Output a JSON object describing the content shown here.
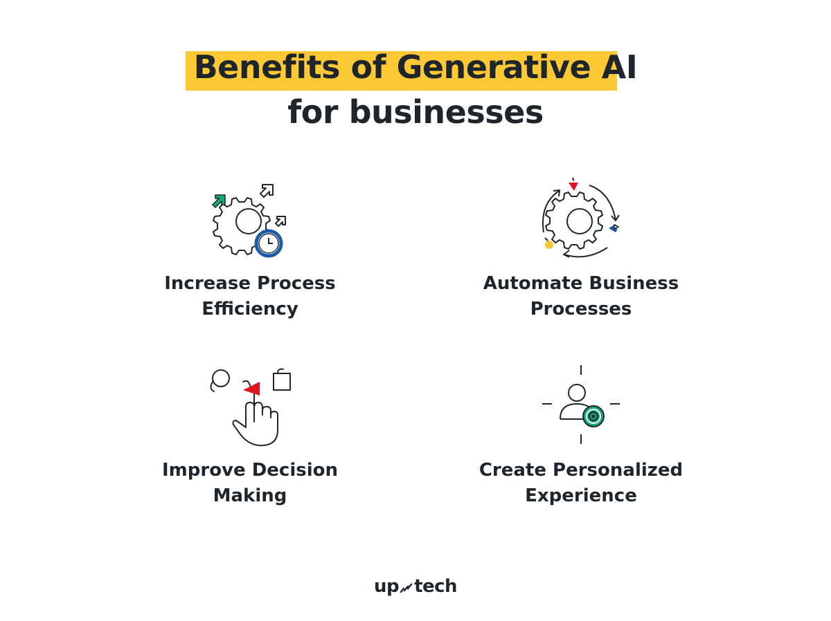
{
  "header": {
    "title_line1": "Benefits of Generative AI",
    "title_line2": "for businesses",
    "highlight_color": "#fcc834"
  },
  "benefits": [
    {
      "icon": "gear-clock-arrows-icon",
      "line1": "Increase Process",
      "line2": "Efficiency"
    },
    {
      "icon": "gear-cycle-icon",
      "line1": "Automate Business",
      "line2": "Processes"
    },
    {
      "icon": "hand-pointer-choice-icon",
      "line1": "Improve Decision",
      "line2": "Making"
    },
    {
      "icon": "user-target-icon",
      "line1": "Create Personalized",
      "line2": "Experience"
    }
  ],
  "footer": {
    "logo_left": "up",
    "logo_right": "tech"
  },
  "colors": {
    "text": "#1f262b",
    "green": "#1aa77a",
    "blue": "#1c5aa8",
    "red": "#e0141e",
    "yellow": "#f7c835"
  }
}
